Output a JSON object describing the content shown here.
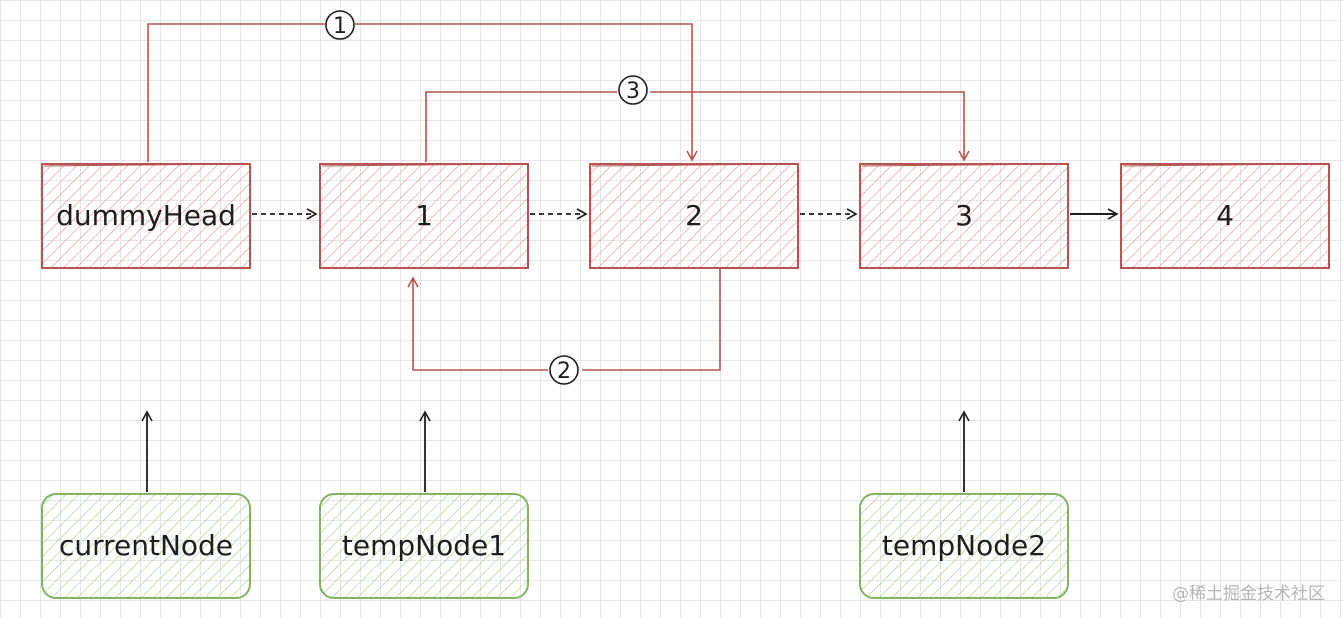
{
  "nodes": {
    "dummy_head": "dummyHead",
    "node_1": "1",
    "node_2": "2",
    "node_3": "3",
    "node_4": "4"
  },
  "pointers": {
    "current_node": "currentNode",
    "temp_node_1": "tempNode1",
    "temp_node_2": "tempNode2"
  },
  "step_markers": {
    "step_1": "1",
    "step_2": "2",
    "step_3": "3"
  },
  "watermark": "@稀土掘金技术社区",
  "colors": {
    "list_node_stroke": "#b85450",
    "list_node_hatch": "#e79a9a",
    "pointer_stroke": "#82b366",
    "pointer_hatch": "#a9d18e",
    "step_arrow": "#b85450",
    "next_arrow": "#1e1e1e"
  }
}
